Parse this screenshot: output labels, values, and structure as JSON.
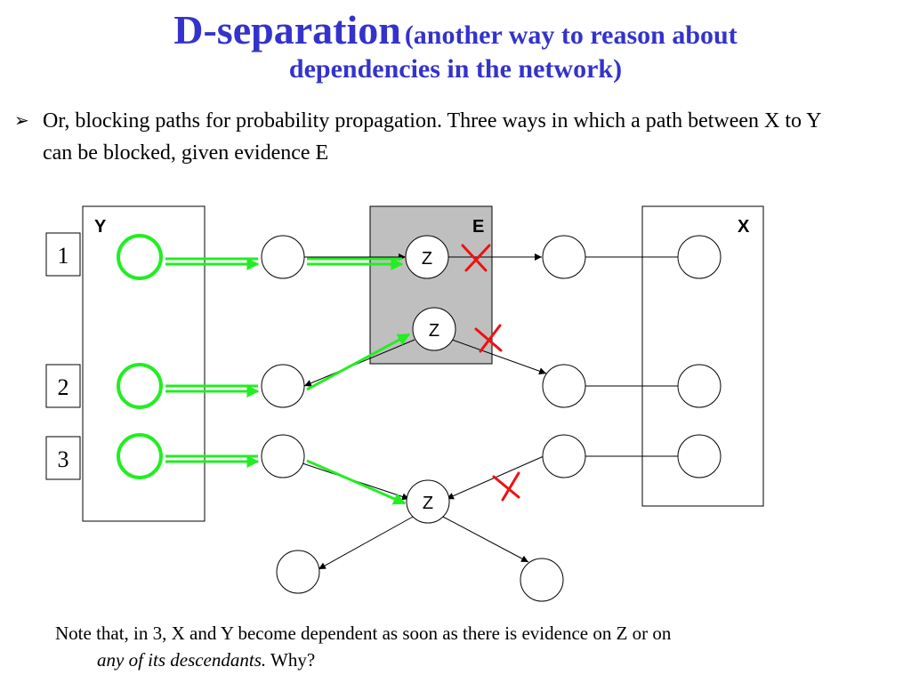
{
  "title": {
    "main": "D-separation",
    "subtitle_line1": "(another way to reason about",
    "subtitle_line2": "dependencies in the network)"
  },
  "bullet": {
    "text": "Or, blocking paths for probability propagation. Three ways in which a path between X to Y can be blocked, given evidence E"
  },
  "diagram": {
    "box_labels": {
      "y": "Y",
      "e": "E",
      "x": "X"
    },
    "case_labels": [
      "1",
      "2",
      "3"
    ],
    "z_label": "Z",
    "colors": {
      "evidence_fill": "#bfbfbf",
      "propagation": "#22ee22",
      "blocked": "#ee1111"
    }
  },
  "note": {
    "line1": "Note that, in 3, X and Y become dependent as soon as there is evidence on Z or on",
    "italic": "any of its descendants.",
    "tail": " Why?"
  }
}
